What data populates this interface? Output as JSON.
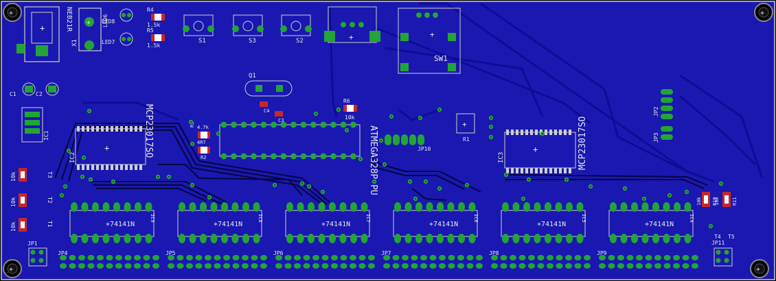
{
  "labels": {
    "ic_main": "ATMEGA328P-PU",
    "ic_expander_left": "MCP23017SO",
    "ic_expander_right": "MCP23017SO",
    "ic_driver": "74141N",
    "optocoupler": "NEB21R",
    "x1": "X1",
    "ic1": "IC1",
    "ic2": "IC2",
    "ic3": "IC3",
    "c1": "C1",
    "c2": "C2",
    "c3": "C3",
    "c4": "C4",
    "q1": "Q1",
    "led6": "LED6",
    "led7": "LED7",
    "led8": "LED8",
    "r1": "R1",
    "r2": "R2",
    "r3": "R3",
    "r4": "R4",
    "r5": "R5",
    "r6": "R6",
    "r10": "R10",
    "r11": "R11",
    "r4_value": "1.5k",
    "r5_value": "1.5k",
    "r6_value": "10k",
    "r2_value": "4.7k",
    "r3_value": "4R7",
    "t1": "T1",
    "t2": "T2",
    "t3": "T3",
    "t4": "T4",
    "t5": "T5",
    "s1": "S1",
    "s2": "S2",
    "s3": "S3",
    "sw1": "SW1",
    "jp1": "JP1",
    "jp2": "JP2",
    "jp3": "JP3",
    "jp4": "JP4",
    "jp5": "JP5",
    "jp6": "JP6",
    "jp7": "JP7",
    "jp8": "JP8",
    "jp9": "JP9",
    "jp10": "JP10",
    "jp11": "JP11",
    "ic4": "IC4",
    "ic5": "IC5",
    "ic6": "IC6",
    "ic7": "IC7",
    "ic8": "IC8",
    "ic9": "IC9",
    "val_10k": "10k"
  },
  "colors": {
    "board": "#1a18b0",
    "copper": "#0e0c96",
    "pad": "#22a535",
    "silk": "#e8e8e8",
    "smd": "#c62828",
    "outline": "#cfcfcf"
  }
}
